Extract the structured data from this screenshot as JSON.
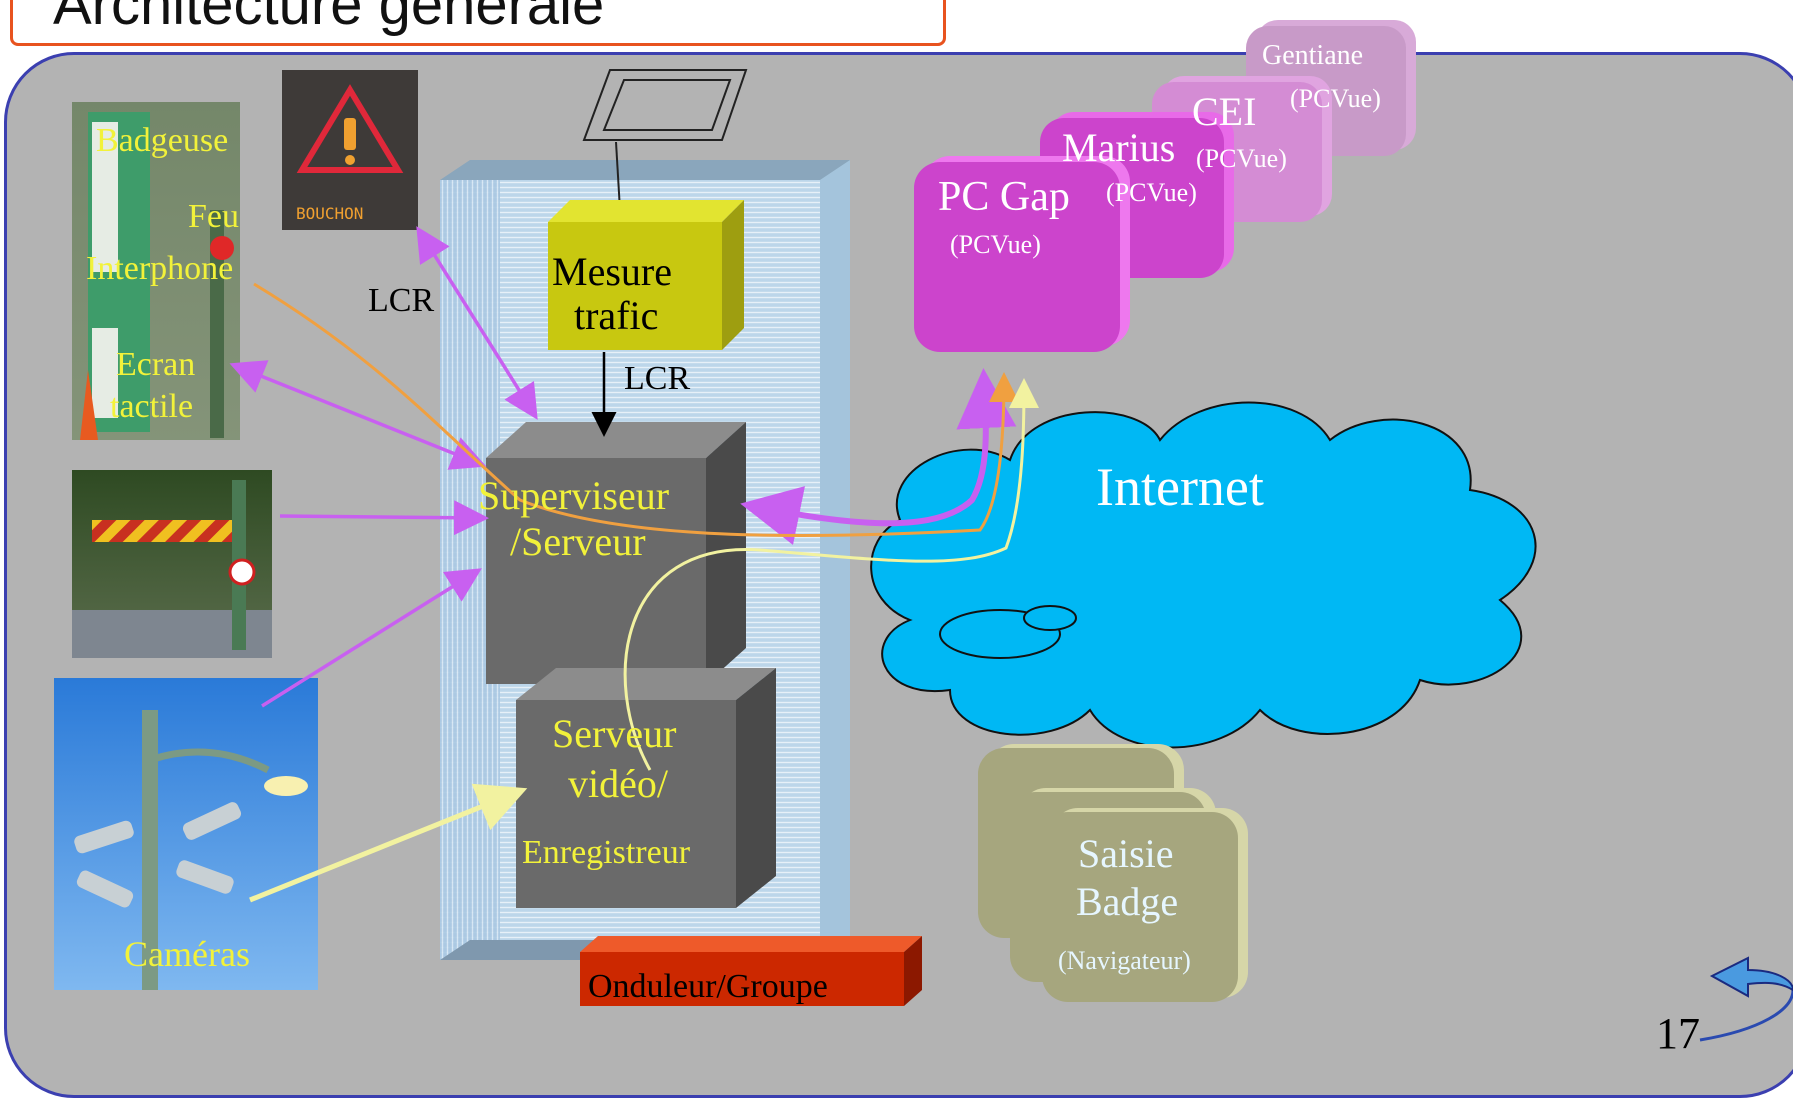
{
  "title": "Architecture générale",
  "devices": {
    "badgeuse": "Badgeuse",
    "feu": "Feu",
    "interphone": "Interphone",
    "ecran_line1": "Ecran",
    "ecran_line2": "tactile",
    "bouchon_sign": "BOUCHON",
    "cameras": "Caméras"
  },
  "protocol": {
    "lcr_1": "LCR",
    "lcr_2": "LCR"
  },
  "server_room": {
    "mesure_line1": "Mesure",
    "mesure_line2": "trafic",
    "superviseur_line1": "Superviseur",
    "superviseur_line2": "/Serveur",
    "video_line1": "Serveur",
    "video_line2": "vidéo/",
    "video_line3": "Enregistreur",
    "onduleur": "Onduleur/Groupe"
  },
  "network": {
    "internet": "Internet"
  },
  "clients": {
    "gentiane": "Gentiane",
    "gentiane_sub": "(PCVue)",
    "cei": "CEI",
    "cei_sub": "(PCVue)",
    "marius": "Marius",
    "marius_sub": "(PCVue)",
    "pcgap": "PC Gap",
    "pcgap_sub": "(PCVue)",
    "saisie_line1": "Saisie",
    "saisie_line2": "Badge",
    "saisie_sub": "(Navigateur)"
  },
  "colors": {
    "panel_bg": "#b3b3b3",
    "internet_cloud": "#00b8f4",
    "purple_link": "#c860f0",
    "orange_link": "#f0a040",
    "yellow_link": "#f2f2a0",
    "label_yellow": "#f2f23a"
  },
  "page_number": "17"
}
